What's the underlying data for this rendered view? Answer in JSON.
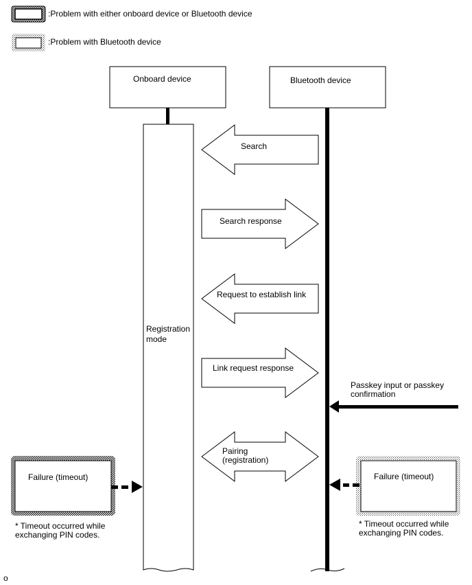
{
  "legend": {
    "item1": ":Problem with either onboard device or Bluetooth device",
    "item2": ":Problem with Bluetooth device"
  },
  "devices": {
    "onboard": "Onboard device",
    "bluetooth": "Bluetooth device"
  },
  "registration": [
    "Registration",
    "mode"
  ],
  "messages": {
    "search": "Search",
    "search_response": "Search response",
    "request_link": "Request to establish link",
    "link_response": "Link request response",
    "pairing": [
      "Pairing",
      "(registration)"
    ]
  },
  "passkey": [
    "Passkey input or passkey",
    "confirmation"
  ],
  "failure_left": {
    "label": "Failure (timeout)",
    "note": [
      "* Timeout occurred while",
      "exchanging PIN codes."
    ]
  },
  "failure_right": {
    "label": "Failure (timeout)",
    "note": [
      "* Timeout occurred while",
      "exchanging PIN codes."
    ]
  },
  "footer_code": "o"
}
